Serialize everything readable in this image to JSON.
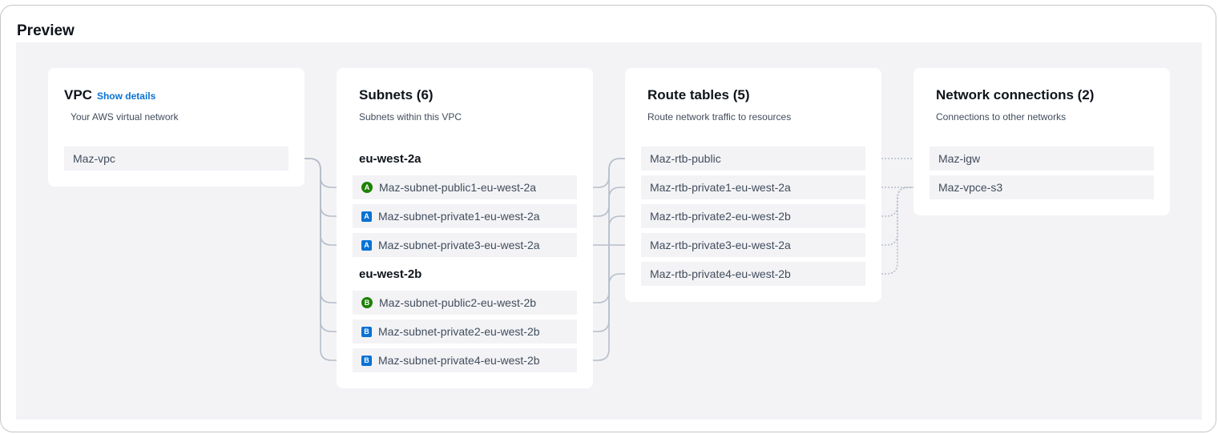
{
  "panel": {
    "title": "Preview"
  },
  "vpc": {
    "title": "VPC",
    "link": "Show details",
    "subtitle": "Your AWS virtual network",
    "items": [
      "Maz-vpc"
    ]
  },
  "subnets": {
    "title": "Subnets (6)",
    "subtitle": "Subnets within this VPC",
    "groups": [
      {
        "label": "eu-west-2a",
        "items": [
          {
            "name": "Maz-subnet-public1-eu-west-2a",
            "badge": "A",
            "type": "public"
          },
          {
            "name": "Maz-subnet-private1-eu-west-2a",
            "badge": "A",
            "type": "private"
          },
          {
            "name": "Maz-subnet-private3-eu-west-2a",
            "badge": "A",
            "type": "private"
          }
        ]
      },
      {
        "label": "eu-west-2b",
        "items": [
          {
            "name": "Maz-subnet-public2-eu-west-2b",
            "badge": "B",
            "type": "public"
          },
          {
            "name": "Maz-subnet-private2-eu-west-2b",
            "badge": "B",
            "type": "private"
          },
          {
            "name": "Maz-subnet-private4-eu-west-2b",
            "badge": "B",
            "type": "private"
          }
        ]
      }
    ]
  },
  "route_tables": {
    "title": "Route tables (5)",
    "subtitle": "Route network traffic to resources",
    "items": [
      "Maz-rtb-public",
      "Maz-rtb-private1-eu-west-2a",
      "Maz-rtb-private2-eu-west-2b",
      "Maz-rtb-private3-eu-west-2a",
      "Maz-rtb-private4-eu-west-2b"
    ]
  },
  "network_connections": {
    "title": "Network connections (2)",
    "subtitle": "Connections to other networks",
    "items": [
      "Maz-igw",
      "Maz-vpce-s3"
    ]
  },
  "colors": {
    "public_badge": "#1d8102",
    "private_badge": "#0972d3",
    "link": "#0972d3",
    "connector": "#b6bec9"
  }
}
